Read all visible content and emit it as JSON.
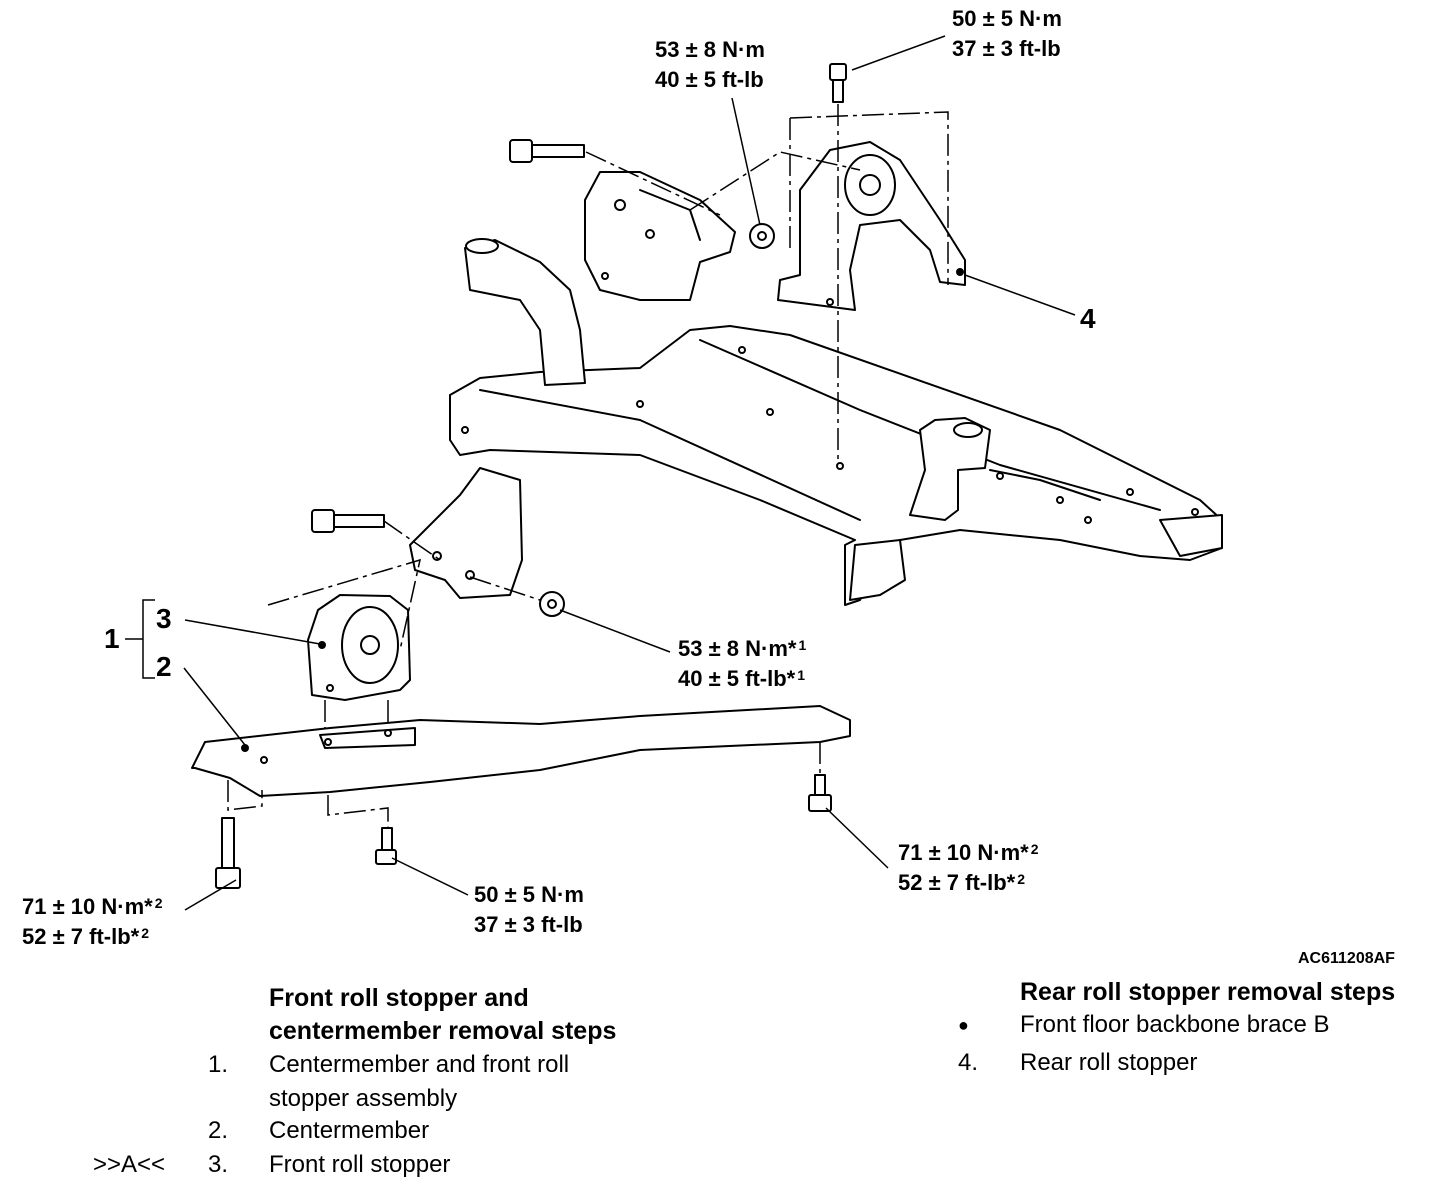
{
  "torque_specs": {
    "top_bolt": {
      "nm": "50 ± 5 N·m",
      "ftlb": "37 ± 3 ft-lb"
    },
    "top_nut": {
      "nm": "53 ± 8 N·m",
      "ftlb": "40 ± 5 ft-lb"
    },
    "front_nut": {
      "nm": "53 ± 8 N·m*",
      "nm_sup": "1",
      "ftlb": "40 ± 5 ft-lb*",
      "ftlb_sup": "1"
    },
    "right_bolt": {
      "nm": "71 ± 10 N·m*",
      "nm_sup": "2",
      "ftlb": "52 ± 7 ft-lb*",
      "ftlb_sup": "2"
    },
    "center_bolt": {
      "nm": "50 ± 5 N·m",
      "ftlb": "37 ± 3 ft-lb"
    },
    "left_bolt": {
      "nm": "71 ± 10 N·m*",
      "nm_sup": "2",
      "ftlb": "52 ± 7 ft-lb*",
      "ftlb_sup": "2"
    }
  },
  "callouts": {
    "c1": "1",
    "c2": "2",
    "c3": "3",
    "c4": "4"
  },
  "figure_id": "AC611208AF",
  "front_steps": {
    "title_line1": "Front roll stopper and",
    "title_line2": "centermember removal steps",
    "items": [
      {
        "num": "1.",
        "text_line1": "Centermember and front roll",
        "text_line2": "stopper assembly"
      },
      {
        "num": "2.",
        "text": "Centermember"
      },
      {
        "prefix": ">>A<<",
        "num": "3.",
        "text": "Front roll stopper"
      }
    ]
  },
  "rear_steps": {
    "title": "Rear roll stopper removal steps",
    "items": [
      {
        "bullet": "●",
        "text": "Front floor backbone brace B"
      },
      {
        "num": "4.",
        "text": "Rear roll stopper"
      }
    ]
  }
}
